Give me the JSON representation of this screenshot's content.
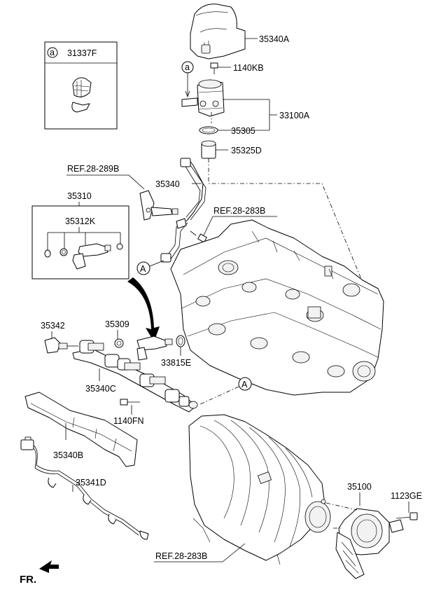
{
  "labels": {
    "p35340A": "35340A",
    "p1140KB": "1140KB",
    "p33100A": "33100A",
    "p35305": "35305",
    "p35325D": "35325D",
    "p31337F": "31337F",
    "callout_a": "a",
    "ref28289B": "REF.28-289B",
    "p35340": "35340",
    "p35310": "35310",
    "p35312K": "35312K",
    "ref28283B_top": "REF.28-283B",
    "callout_A": "A",
    "p35342": "35342",
    "p35309": "35309",
    "p33815E": "33815E",
    "p35340C": "35340C",
    "p1140FN": "1140FN",
    "p35340B": "35340B",
    "p35341D": "35341D",
    "p35100": "35100",
    "p1123GE": "1123GE",
    "ref28283B_bottom": "REF.28-283B",
    "fr": "FR."
  }
}
